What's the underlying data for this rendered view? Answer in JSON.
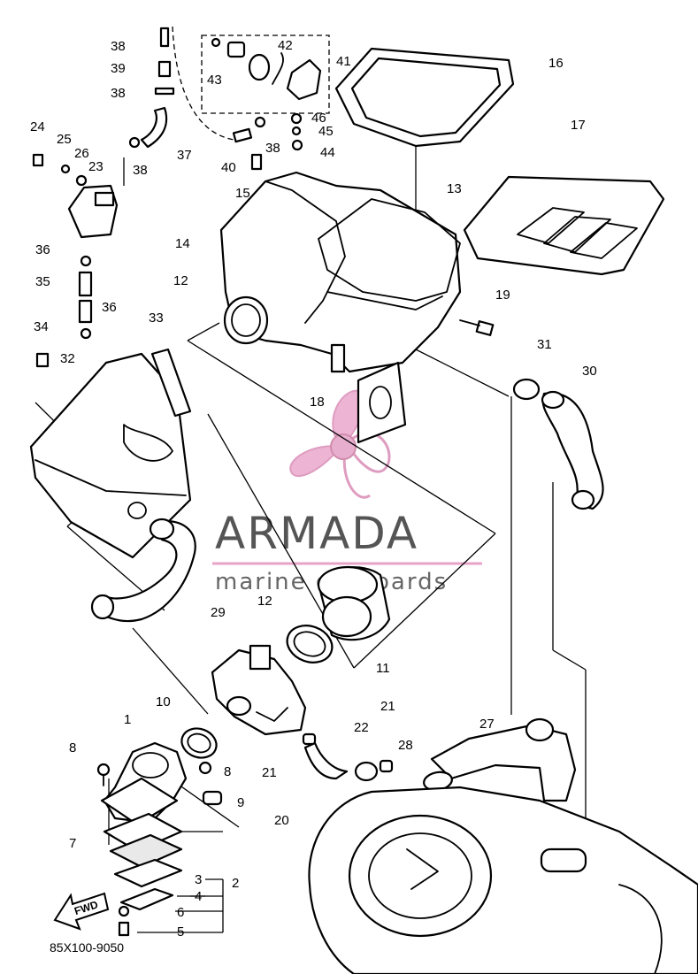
{
  "diagram": {
    "drawing_code": "85X100-9050",
    "forward_marker": "FWD",
    "watermark": {
      "brand": "ARMADA",
      "tagline": "marine outboards",
      "brand_color": "#555555",
      "accent_color": "#e8a3c8"
    },
    "callouts": [
      "38",
      "39",
      "38",
      "42",
      "43",
      "41",
      "16",
      "24",
      "25",
      "26",
      "23",
      "37",
      "38",
      "46",
      "45",
      "38",
      "40",
      "44",
      "15",
      "17",
      "13",
      "14",
      "36",
      "35",
      "36",
      "12",
      "19",
      "34",
      "32",
      "33",
      "31",
      "30",
      "18",
      "29",
      "12",
      "11",
      "10",
      "1",
      "8",
      "8",
      "9",
      "21",
      "22",
      "28",
      "27",
      "21",
      "20",
      "7",
      "3",
      "2",
      "4",
      "6",
      "5"
    ]
  }
}
